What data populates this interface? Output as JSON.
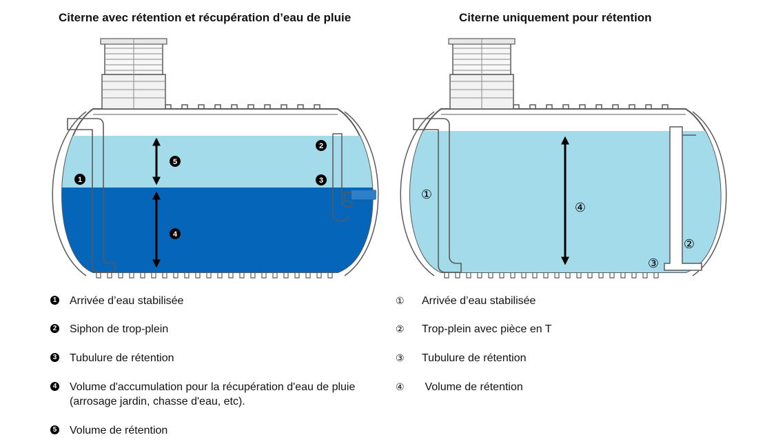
{
  "left_panel": {
    "title": "Citerne avec rétention et récupération d’eau de pluie",
    "markers": {
      "m1": "1",
      "m2": "2",
      "m3": "3",
      "m4": "4",
      "m5": "5"
    },
    "legend": [
      {
        "marker": "1",
        "text": "Arrivée d’eau stabilisée"
      },
      {
        "marker": "2",
        "text": "Siphon de trop-plein"
      },
      {
        "marker": "3",
        "text": "Tubulure de rétention"
      },
      {
        "marker": "4",
        "text": "Volume d'accumulation pour la récupération d'eau de pluie (arrosage jardin, chasse d'eau, etc)."
      },
      {
        "marker": "5",
        "text": "Volume de rétention"
      }
    ]
  },
  "right_panel": {
    "title": "Citerne uniquement pour rétention",
    "markers": {
      "m1": "①",
      "m2": "②",
      "m3": "③",
      "m4": "④"
    },
    "legend": [
      {
        "marker": "①",
        "text": "Arrivée d’eau stabilisée"
      },
      {
        "marker": "②",
        "text": "Trop-plein avec pièce en T"
      },
      {
        "marker": "③",
        "text": "Tubulure de rétention"
      },
      {
        "marker": "④",
        "text": " Volume de rétention"
      }
    ]
  },
  "colors": {
    "light_water": "#a3dbeb",
    "dark_water": "#0565b8",
    "outline": "#5a5a5a",
    "tank_fill": "#ffffff",
    "pipe": "#2e7fc7"
  }
}
